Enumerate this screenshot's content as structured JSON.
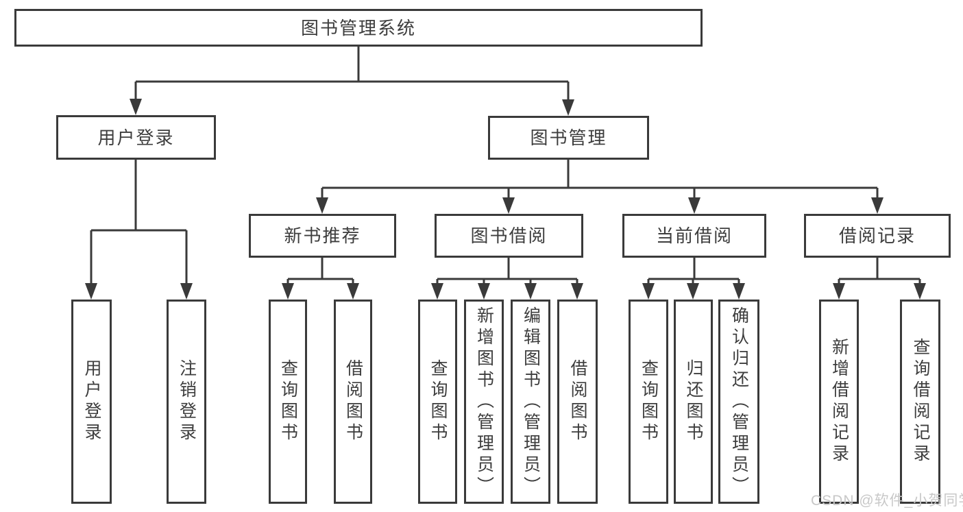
{
  "colors": {
    "line": "#3a3a3a",
    "text": "#3d3d3d",
    "watermark": "#c8c8c8",
    "background": "#ffffff"
  },
  "root": {
    "label": "图书管理系统"
  },
  "branches": [
    {
      "label": "用户登录"
    },
    {
      "label": "图书管理"
    }
  ],
  "modules": [
    {
      "label": "新书推荐"
    },
    {
      "label": "图书借阅"
    },
    {
      "label": "当前借阅"
    },
    {
      "label": "借阅记录"
    }
  ],
  "leaves": [
    {
      "label": "用户登录"
    },
    {
      "label": "注销登录"
    },
    {
      "label": "查询图书"
    },
    {
      "label": "借阅图书"
    },
    {
      "label": "查询图书"
    },
    {
      "label": "新增图书（管理员）"
    },
    {
      "label": "编辑图书（管理员）"
    },
    {
      "label": "借阅图书"
    },
    {
      "label": "查询图书"
    },
    {
      "label": "归还图书"
    },
    {
      "label": "确认归还（管理员）"
    },
    {
      "label": "新增借阅记录"
    },
    {
      "label": "查询借阅记录"
    }
  ],
  "watermark": {
    "text": "CSDN @软件_小贺同学"
  }
}
